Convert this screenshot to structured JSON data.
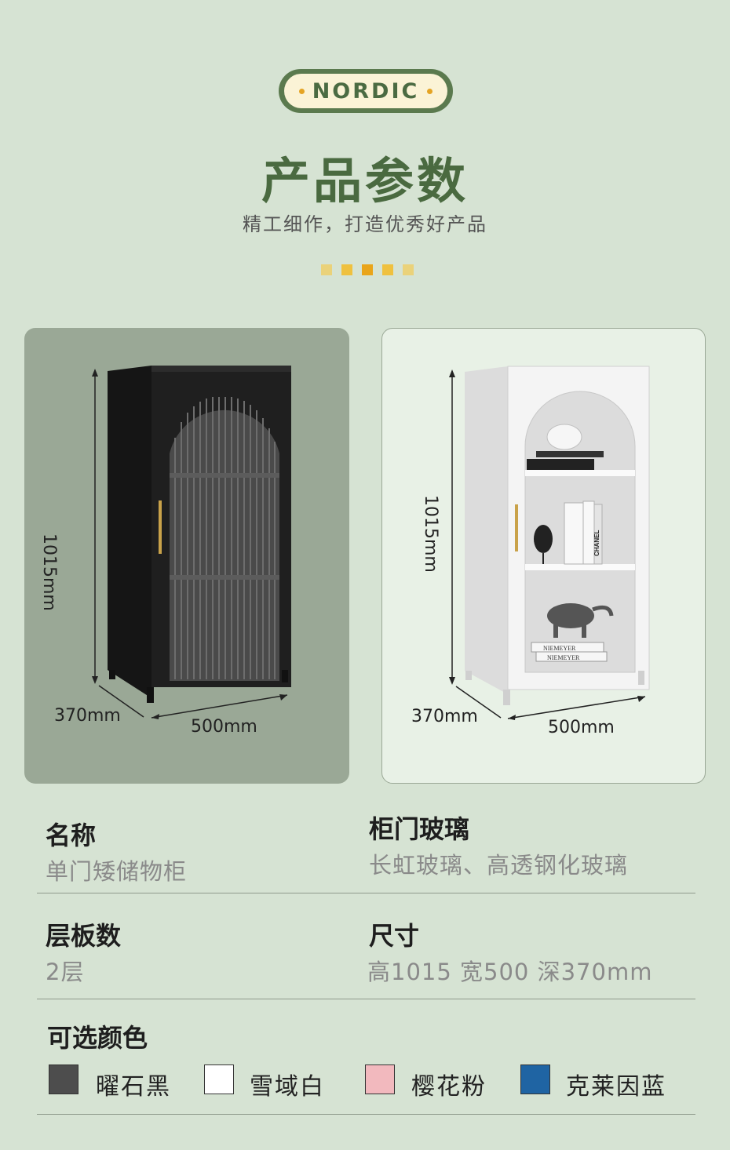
{
  "header": {
    "badge": "NORDIC",
    "title": "产品参数",
    "subtitle": "精工细作，打造优秀好产品",
    "dot_colors": [
      "#ead27a",
      "#efc13f",
      "#e9a51a",
      "#efc13f",
      "#ead27a"
    ]
  },
  "products": [
    {
      "variant": "black",
      "height_label": "1015mm",
      "depth_label": "370mm",
      "width_label": "500mm",
      "panel_color": "#9aa896",
      "cabinet_color": "#1f1f1f"
    },
    {
      "variant": "white",
      "height_label": "1015mm",
      "depth_label": "370mm",
      "width_label": "500mm",
      "panel_color": "#e8f1e6",
      "cabinet_color": "#f2f2f2",
      "book_labels": [
        "CHANEL",
        "NIEMEYER",
        "NIEMEYER"
      ]
    }
  ],
  "specs": {
    "name": {
      "label": "名称",
      "value": "单门矮储物柜"
    },
    "glass": {
      "label": "柜门玻璃",
      "value": "长虹玻璃、高透钢化玻璃"
    },
    "shelves": {
      "label": "层板数",
      "value": "2层"
    },
    "size": {
      "label": "尺寸",
      "value": "高1015 宽500 深370mm"
    }
  },
  "colors": {
    "label": "可选颜色",
    "options": [
      {
        "name": "曜石黑",
        "hex": "#4d4d4d"
      },
      {
        "name": "雪域白",
        "hex": "#ffffff"
      },
      {
        "name": "樱花粉",
        "hex": "#f2b9be"
      },
      {
        "name": "克莱因蓝",
        "hex": "#1f64a3"
      }
    ]
  }
}
